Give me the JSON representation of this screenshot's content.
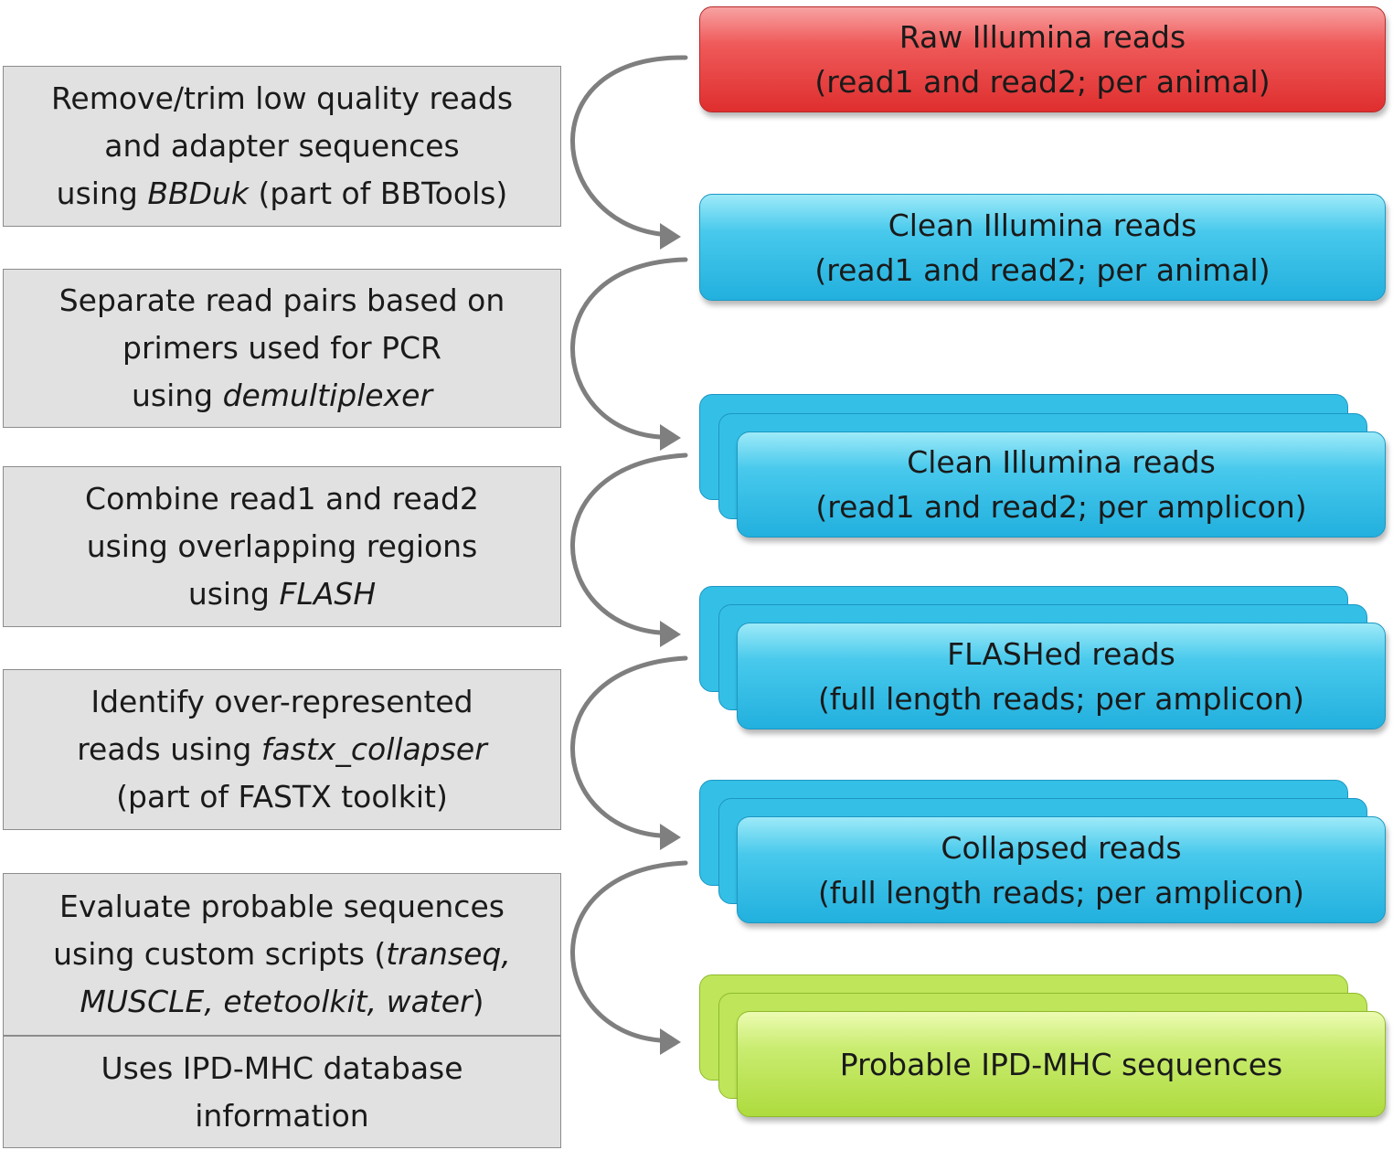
{
  "steps": [
    {
      "lines": [
        [
          {
            "t": "Remove/trim low quality reads"
          }
        ],
        [
          {
            "t": "and adapter sequences"
          }
        ],
        [
          {
            "t": "using "
          },
          {
            "t": "BBDuk",
            "i": true
          },
          {
            "t": " (part of BBTools)"
          }
        ]
      ]
    },
    {
      "lines": [
        [
          {
            "t": "Separate read pairs based on"
          }
        ],
        [
          {
            "t": "primers used for PCR"
          }
        ],
        [
          {
            "t": "using "
          },
          {
            "t": "demultiplexer",
            "i": true
          }
        ]
      ]
    },
    {
      "lines": [
        [
          {
            "t": "Combine read1 and read2"
          }
        ],
        [
          {
            "t": "using overlapping regions"
          }
        ],
        [
          {
            "t": "using "
          },
          {
            "t": "FLASH",
            "i": true
          }
        ]
      ]
    },
    {
      "lines": [
        [
          {
            "t": "Identify over-represented"
          }
        ],
        [
          {
            "t": "reads using "
          },
          {
            "t": "fastx_collapser",
            "i": true
          }
        ],
        [
          {
            "t": "(part of FASTX toolkit)"
          }
        ]
      ]
    },
    {
      "lines": [
        [
          {
            "t": "Evaluate probable sequences"
          }
        ],
        [
          {
            "t": "using custom scripts ("
          },
          {
            "t": "transeq,",
            "i": true
          }
        ],
        [
          {
            "t": "MUSCLE, etetoolkit, water",
            "i": true
          },
          {
            "t": ")"
          }
        ]
      ]
    },
    {
      "lines": [
        [
          {
            "t": "Uses IPD-MHC database"
          }
        ],
        [
          {
            "t": "information"
          }
        ]
      ]
    }
  ],
  "outputs": [
    {
      "title": "Raw Illumina reads",
      "subtitle": "(read1 and read2; per animal)",
      "color": "#e03a3a",
      "stacked": false
    },
    {
      "title": "Clean Illumina reads",
      "subtitle": "(read1 and read2; per animal)",
      "color": "#2fbce6",
      "stacked": false
    },
    {
      "title": "Clean Illumina reads",
      "subtitle": "(read1 and read2; per amplicon)",
      "color": "#2fbce6",
      "stacked": true
    },
    {
      "title": "FLASHed reads",
      "subtitle": "(full length reads; per amplicon)",
      "color": "#2fbce6",
      "stacked": true
    },
    {
      "title": "Collapsed reads",
      "subtitle": "(full length reads; per amplicon)",
      "color": "#2fbce6",
      "stacked": true
    },
    {
      "title": "Probable IPD-MHC sequences",
      "subtitle": "",
      "color": "#b6e04a",
      "stacked": true
    }
  ],
  "connector_color": "#7f7f7f"
}
